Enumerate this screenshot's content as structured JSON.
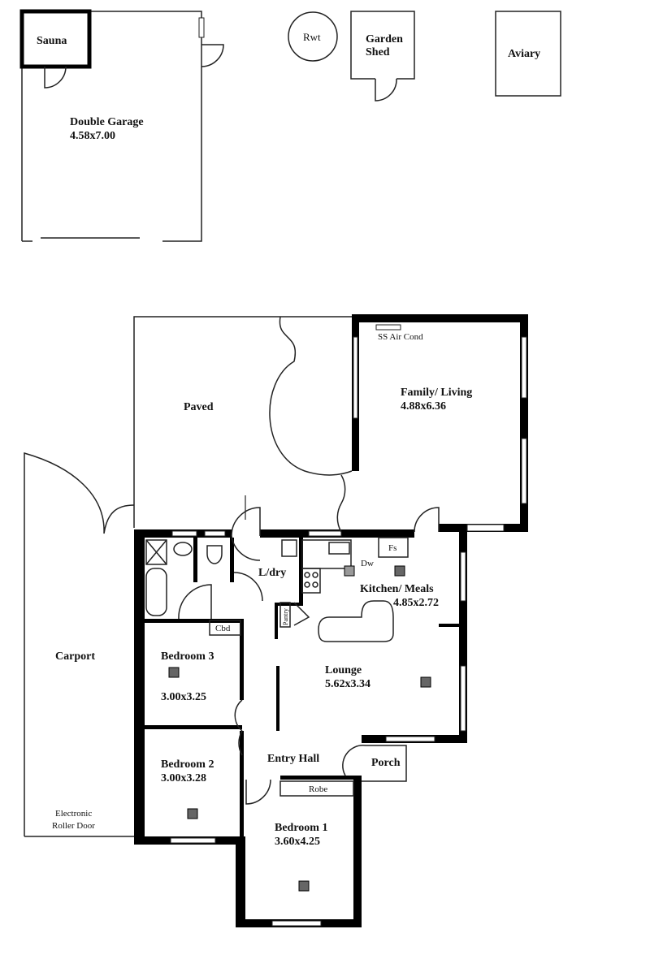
{
  "outbuildings": {
    "sauna": "Sauna",
    "garage_name": "Double Garage",
    "garage_size": "4.58x7.00",
    "rwt": "Rwt",
    "shed_line1": "Garden",
    "shed_line2": "Shed",
    "aviary": "Aviary"
  },
  "rooms": {
    "paved": "Paved",
    "air_cond": "SS Air Cond",
    "family_name": "Family/ Living",
    "family_size": "4.88x6.36",
    "laundry": "L/dry",
    "fridge": "Fs",
    "dishwasher": "Dw",
    "kitchen_name": "Kitchen/ Meals",
    "kitchen_size": "4.85x2.72",
    "pantry": "Pantry",
    "cupboard": "Cbd",
    "bed3_name": "Bedroom 3",
    "bed3_size": "3.00x3.25",
    "lounge_name": "Lounge",
    "lounge_size": "5.62x3.34",
    "carport": "Carport",
    "entry": "Entry Hall",
    "porch": "Porch",
    "bed2_name": "Bedroom 2",
    "bed2_size": "3.00x3.28",
    "robe": "Robe",
    "roller_line1": "Electronic",
    "roller_line2": "Roller Door",
    "bed1_name": "Bedroom 1",
    "bed1_size": "3.60x4.25"
  }
}
